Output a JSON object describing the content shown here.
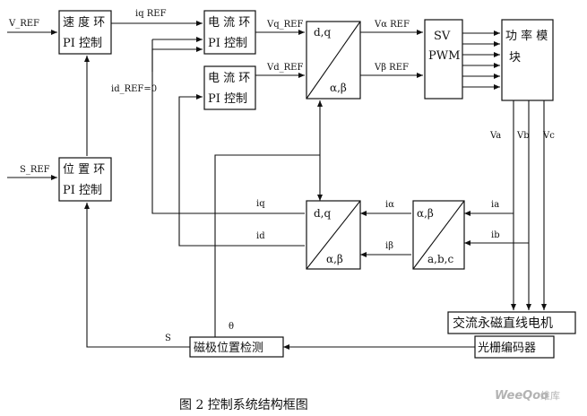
{
  "blocks": {
    "speed": {
      "line1": "速 度 环",
      "line2": "PI 控制"
    },
    "position": {
      "line1": "位 置 环",
      "line2": "PI 控制"
    },
    "current_q": {
      "line1": "电 流 环",
      "line2": "PI 控制"
    },
    "current_d": {
      "line1": "电 流 环",
      "line2": "PI 控制"
    },
    "park_inverse": {
      "top": "d,q",
      "bottom": "α,β"
    },
    "svpwm": {
      "line1": "SV",
      "line2": "PWM"
    },
    "power": {
      "line1": "功 率 模",
      "line2": "块"
    },
    "park": {
      "top": "d,q",
      "bottom": "α,β"
    },
    "clarke": {
      "top": "α,β",
      "bottom": "a,b,c"
    },
    "motor": {
      "label": "交流永磁直线电机"
    },
    "encoder": {
      "label": "光栅编码器"
    },
    "pole_detect": {
      "label": "磁极位置检测"
    }
  },
  "signals": {
    "v_ref": "V_REF",
    "s_ref": "S_REF",
    "iq_ref": "iq REF",
    "id_ref": "id_REF=0",
    "vq_ref": "Vq_REF",
    "vd_ref": "Vd_REF",
    "valpha_ref": "Vα REF",
    "vbeta_ref": "Vβ REF",
    "va": "Va",
    "vb": "Vb",
    "vc": "Vc",
    "ialpha": "iα",
    "ibeta": "iβ",
    "ia": "ia",
    "ib": "ib",
    "iq": "iq",
    "id": "id",
    "theta": "θ",
    "s": "S"
  },
  "caption": "图 2  控制系统结构框图",
  "watermark": {
    "brand": "WeeQoo",
    "suffix": "维库"
  }
}
